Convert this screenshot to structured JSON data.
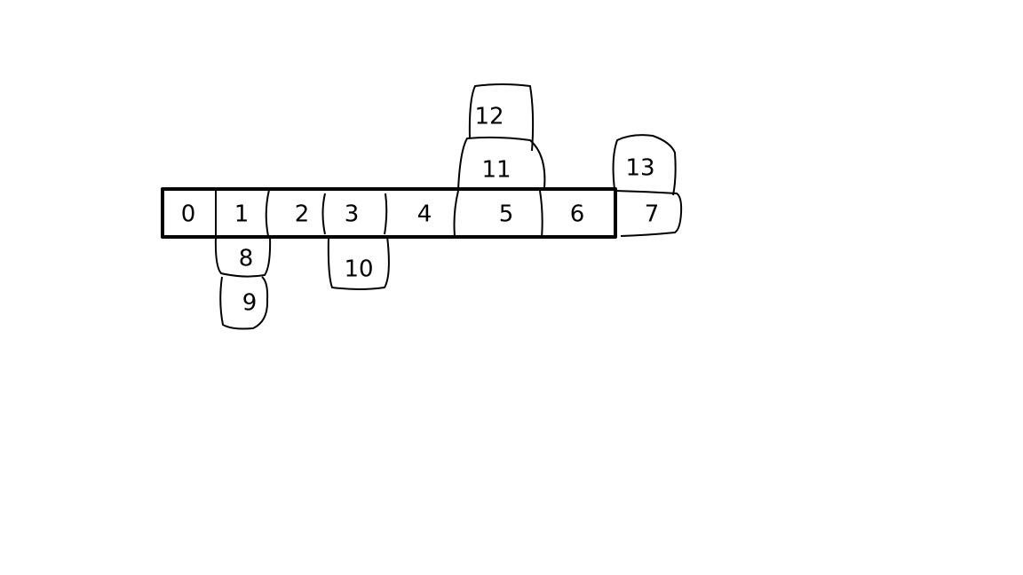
{
  "diagram": {
    "ink_color": "#000000",
    "background": "#ffffff",
    "row_cells": [
      "0",
      "1",
      "2",
      "3",
      "4",
      "5",
      "6",
      "7"
    ],
    "below_cells": [
      "8",
      "9",
      "10"
    ],
    "above_cells": [
      "11",
      "12",
      "13"
    ]
  }
}
